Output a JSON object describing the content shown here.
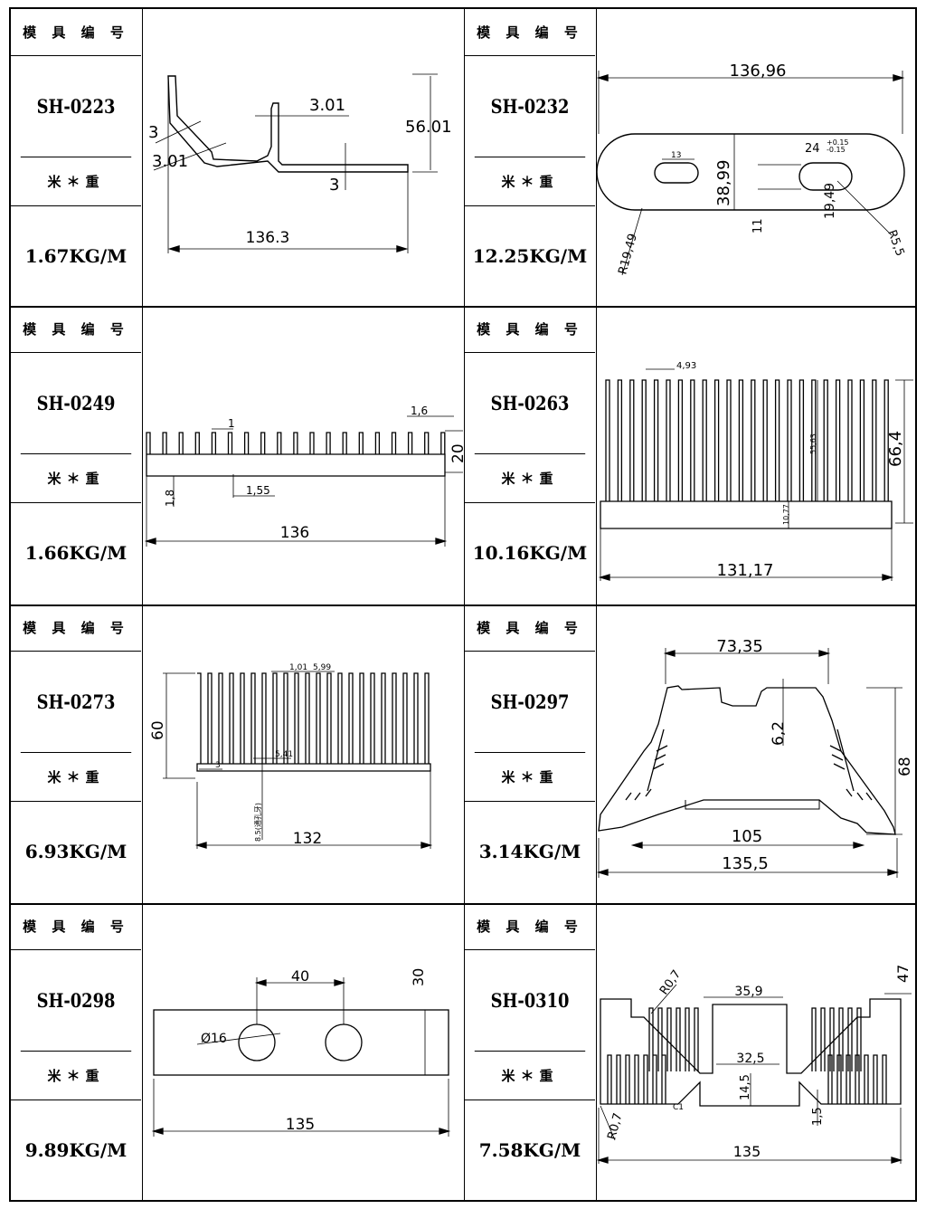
{
  "labels": {
    "mold_no": "模 具 编 号",
    "weight_per_m": "米＊重"
  },
  "products": [
    {
      "code": "SH-0223",
      "weight": "1.67KG/M",
      "dims": {
        "a": "3.01",
        "b": "56.01",
        "c": "3",
        "d": "3.01",
        "e": "3",
        "w": "136.3"
      }
    },
    {
      "code": "SH-0232",
      "weight": "12.25KG/M",
      "dims": {
        "w": "136,96",
        "h": "38,99",
        "slot_w": "13",
        "slot2_w": "24",
        "tol": "+0.15",
        "tol2": "-0.15",
        "depth": "11",
        "h2": "19,49",
        "r1": "R19,49",
        "r2": "R5,5"
      }
    },
    {
      "code": "SH-0249",
      "weight": "1.66KG/M",
      "dims": {
        "fin": "1",
        "fin2": "1,6",
        "h": "20",
        "base": "1,8",
        "gap": "1,55",
        "w": "136"
      }
    },
    {
      "code": "SH-0263",
      "weight": "10.16KG/M",
      "dims": {
        "pitch": "4,93",
        "fin_h": "55,63",
        "h": "66,4",
        "base": "10,77",
        "w": "131,17"
      }
    },
    {
      "code": "SH-0273",
      "weight": "6.93KG/M",
      "dims": {
        "fin": "1,01",
        "pitch": "5,99",
        "h": "60",
        "base": "3",
        "gap": "5,41",
        "note": "8.5(通孔牙)",
        "w": "132"
      }
    },
    {
      "code": "SH-0297",
      "weight": "3.14KG/M",
      "dims": {
        "top": "73,35",
        "slot": "6,2",
        "h": "68",
        "inner": "105",
        "w": "135,5"
      }
    },
    {
      "code": "SH-0298",
      "weight": "9.89KG/M",
      "dims": {
        "pitch": "40",
        "h": "30",
        "hole": "Ø16",
        "w": "135"
      }
    },
    {
      "code": "SH-0310",
      "weight": "7.58KG/M",
      "dims": {
        "r": "R0,7",
        "ch_w": "35,9",
        "h": "47",
        "inner": "32,5",
        "depth": "14,5",
        "c": "C1",
        "r2": "R0,7",
        "base": "1,5",
        "w": "135"
      }
    }
  ]
}
